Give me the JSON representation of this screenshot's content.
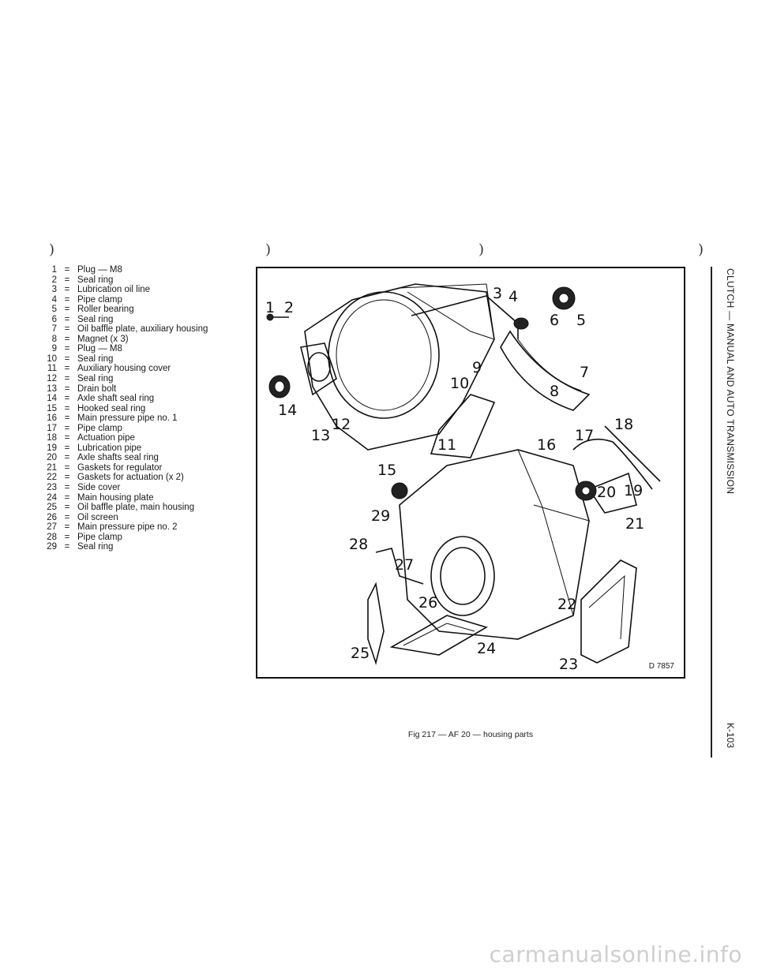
{
  "legend": [
    {
      "num": "1",
      "text": "Plug — M8"
    },
    {
      "num": "2",
      "text": "Seal ring"
    },
    {
      "num": "3",
      "text": "Lubrication oil line"
    },
    {
      "num": "4",
      "text": "Pipe clamp"
    },
    {
      "num": "5",
      "text": "Roller bearing"
    },
    {
      "num": "6",
      "text": "Seal ring"
    },
    {
      "num": "7",
      "text": "Oil baffle plate, auxiliary housing"
    },
    {
      "num": "8",
      "text": "Magnet (x 3)"
    },
    {
      "num": "9",
      "text": "Plug — M8"
    },
    {
      "num": "10",
      "text": "Seal ring"
    },
    {
      "num": "11",
      "text": "Auxiliary housing cover"
    },
    {
      "num": "12",
      "text": "Seal ring"
    },
    {
      "num": "13",
      "text": "Drain bolt"
    },
    {
      "num": "14",
      "text": "Axle shaft seal ring"
    },
    {
      "num": "15",
      "text": "Hooked seal ring"
    },
    {
      "num": "16",
      "text": "Main pressure pipe no. 1"
    },
    {
      "num": "17",
      "text": "Pipe clamp"
    },
    {
      "num": "18",
      "text": "Actuation pipe"
    },
    {
      "num": "19",
      "text": "Lubrication pipe"
    },
    {
      "num": "20",
      "text": "Axle shafts seal ring"
    },
    {
      "num": "21",
      "text": "Gaskets for regulator"
    },
    {
      "num": "22",
      "text": "Gaskets for actuation (x 2)"
    },
    {
      "num": "23",
      "text": "Side cover"
    },
    {
      "num": "24",
      "text": "Main housing plate"
    },
    {
      "num": "25",
      "text": "Oil baffle plate, main housing"
    },
    {
      "num": "26",
      "text": "Oil screen"
    },
    {
      "num": "27",
      "text": "Main pressure pipe no. 2"
    },
    {
      "num": "28",
      "text": "Pipe clamp"
    },
    {
      "num": "29",
      "text": "Seal ring"
    }
  ],
  "legend_separator": "=",
  "figure": {
    "code": "D 7857",
    "caption": "Fig 217 — AF 20 — housing parts",
    "callouts": [
      "1",
      "2",
      "3",
      "4",
      "5",
      "6",
      "7",
      "8",
      "9",
      "10",
      "11",
      "12",
      "13",
      "14",
      "15",
      "16",
      "17",
      "18",
      "19",
      "20",
      "21",
      "22",
      "23",
      "24",
      "25",
      "26",
      "27",
      "28",
      "29"
    ]
  },
  "side": {
    "section_title": "CLUTCH — MANUAL AND AUTO TRANSMISSION",
    "page_number": "K-103"
  },
  "watermark": "carmanualsonline.info"
}
